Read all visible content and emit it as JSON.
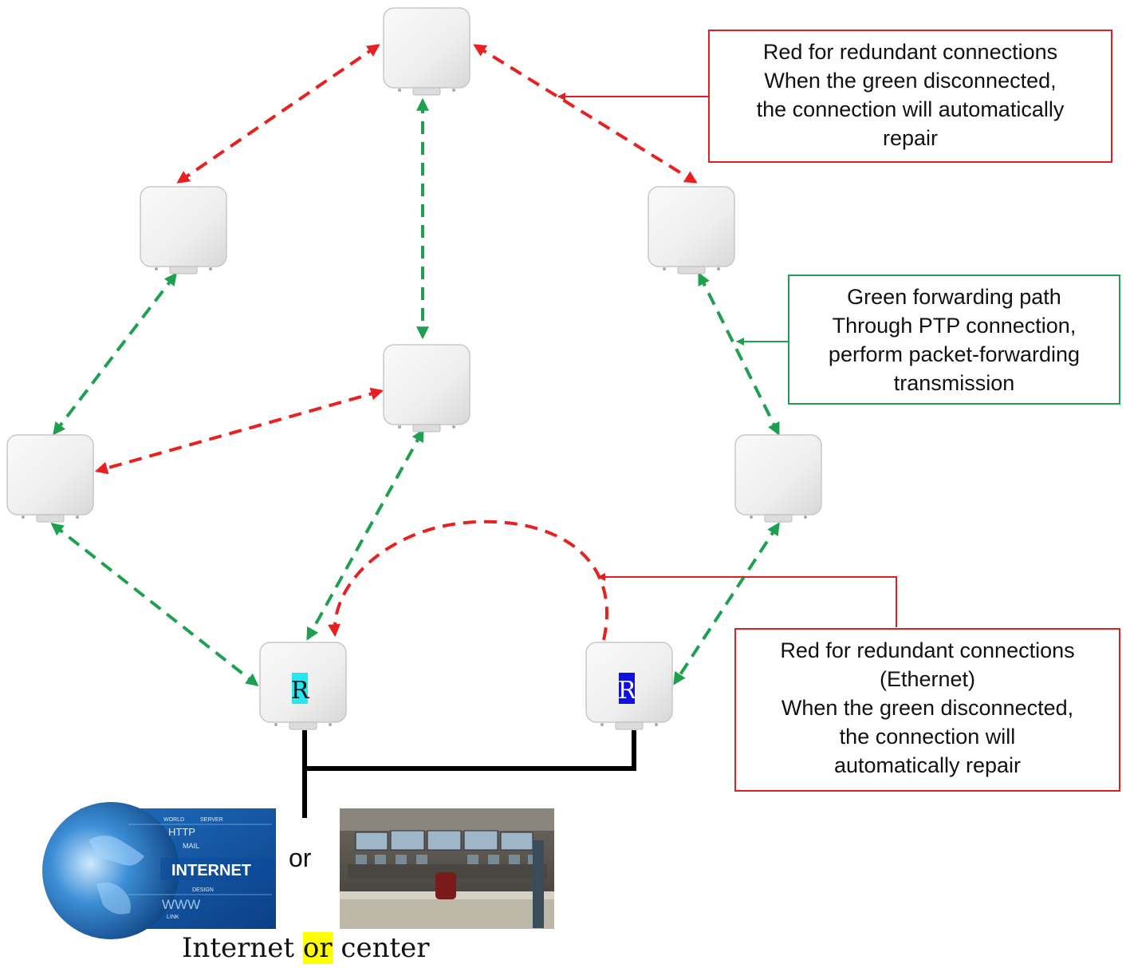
{
  "callouts": {
    "top_right": {
      "lines": [
        "Red for redundant connections",
        "When the green disconnected,",
        "the connection will automatically",
        "repair"
      ]
    },
    "middle_right": {
      "lines": [
        "Green forwarding path",
        "Through PTP connection,",
        "perform packet-forwarding",
        "transmission"
      ]
    },
    "bottom_right": {
      "lines": [
        "Red for redundant connections",
        "(Ethernet)",
        "When the green disconnected,",
        "the connection will",
        "automatically repair"
      ]
    }
  },
  "root_node_label": "R",
  "root_node_colors": {
    "left": "#22e8f0",
    "right": "#1010e0"
  },
  "link_colors": {
    "redundant": "#e82020",
    "forwarding": "#1ea050",
    "ethernet": "#000000"
  },
  "internet_image": {
    "label": "INTERNET",
    "small_words": [
      "HTTP",
      "MAIL",
      "WORLD",
      "SERVER",
      "WWW",
      "LINK",
      "DESIGN"
    ]
  },
  "separator_or": "or",
  "footer": {
    "part1": "Internet",
    "highlight": "or",
    "part3": "center"
  }
}
